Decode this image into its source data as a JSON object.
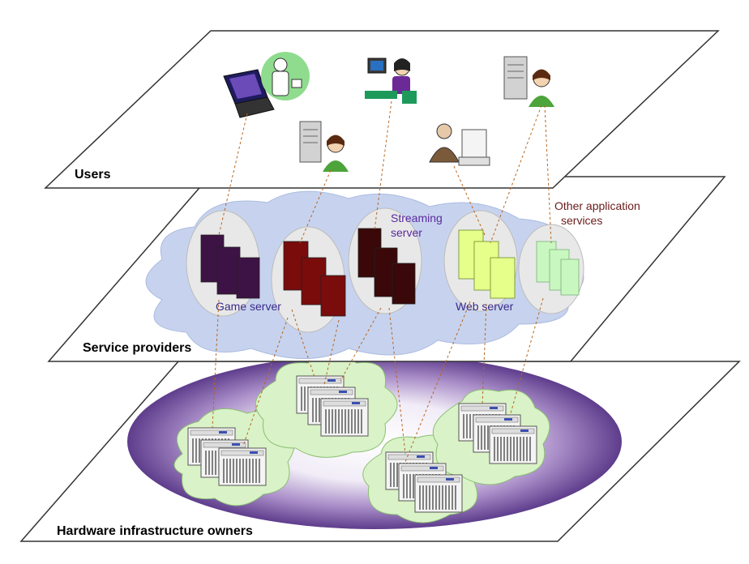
{
  "layers": {
    "users": "Users",
    "service_providers": "Service providers",
    "hardware_owners": "Hardware infrastructure owners"
  },
  "services": {
    "game_server": "Game server",
    "streaming_server_line1": "Streaming",
    "streaming_server_line2": "server",
    "web_server": "Web server",
    "other_services_line1": "Other application",
    "other_services_line2": "services"
  },
  "colors": {
    "game_label": "#3b2a8a",
    "streaming_label": "#5a2aa0",
    "web_label": "#3b2a8a",
    "other_label": "#6b1a1a",
    "connector": "#b8651e",
    "cloud_service": "#c7d3ee",
    "cloud_hardware": "#d9f2c7",
    "halo": "#7b5aa6"
  },
  "icons": {
    "laptop": "laptop-icon",
    "doctor_user": "doctor-user-icon",
    "woman_desk": "woman-at-computer-icon",
    "server_user": "server-user-icon",
    "man_desk": "man-at-computer-icon",
    "rack_server": "rack-server-icon"
  }
}
